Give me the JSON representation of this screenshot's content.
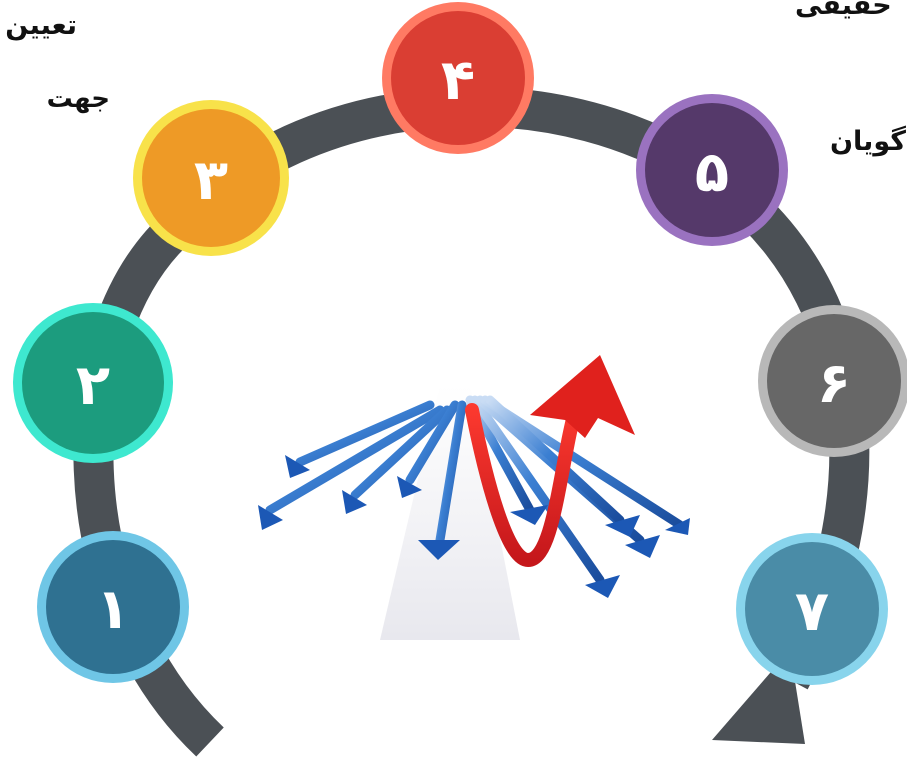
{
  "steps": [
    {
      "number": "۱",
      "color": "#2f7191",
      "ring": "#6fc6e6"
    },
    {
      "number": "۲",
      "color": "#1c9c7e",
      "ring": "#3ee8cf"
    },
    {
      "number": "۳",
      "color": "#ee9a26",
      "ring": "#f8e24a"
    },
    {
      "number": "۴",
      "color": "#da3e33",
      "ring": "#ff7a63"
    },
    {
      "number": "۵",
      "color": "#55396a",
      "ring": "#9a72c0"
    },
    {
      "number": "۶",
      "color": "#676767",
      "ring": "#b8b8b8"
    },
    {
      "number": "۷",
      "color": "#4a8ca7",
      "ring": "#88d4ec"
    }
  ],
  "labels": {
    "top_left_1": "تعیین",
    "top_left_2": "جهت",
    "top_right_1": "حقیقی",
    "top_right_2": "گویان"
  },
  "arc_color": "#4b5055"
}
